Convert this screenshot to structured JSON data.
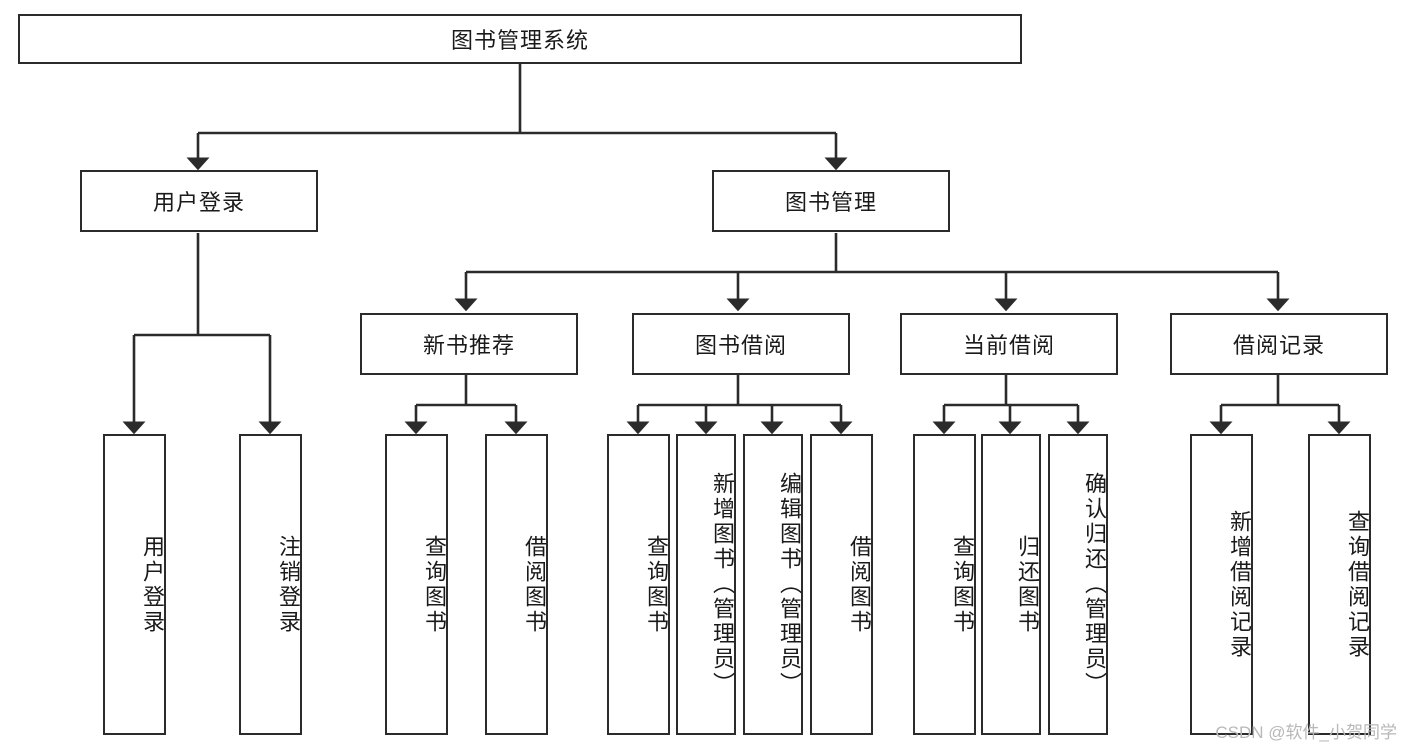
{
  "diagram": {
    "title": "图书管理系统",
    "type": "tree-hierarchy",
    "watermark": "CSDN @软件_小贺同学",
    "colors": {
      "box_border": "#2b2b2b",
      "box_fill": "#ffffff",
      "edge": "#2b2b2b",
      "text": "#1a1a1a",
      "watermark": "#b8b8b8",
      "background": "#ffffff"
    },
    "root": {
      "id": "root",
      "label": "图书管理系统",
      "orientation": "horizontal"
    },
    "level1": [
      {
        "id": "l1-0",
        "label": "用户登录",
        "orientation": "horizontal"
      },
      {
        "id": "l1-1",
        "label": "图书管理",
        "orientation": "horizontal"
      }
    ],
    "level2": [
      {
        "id": "l2-0",
        "label": "新书推荐",
        "orientation": "horizontal",
        "parent": "l1-1"
      },
      {
        "id": "l2-1",
        "label": "图书借阅",
        "orientation": "horizontal",
        "parent": "l1-1"
      },
      {
        "id": "l2-2",
        "label": "当前借阅",
        "orientation": "horizontal",
        "parent": "l1-1"
      },
      {
        "id": "l2-3",
        "label": "借阅记录",
        "orientation": "horizontal",
        "parent": "l1-1"
      }
    ],
    "leaves": [
      {
        "id": "leaf-0",
        "label": "用户登录",
        "orientation": "vertical",
        "parent": "l1-0"
      },
      {
        "id": "leaf-1",
        "label": "注销登录",
        "orientation": "vertical",
        "parent": "l1-0"
      },
      {
        "id": "leaf-2",
        "label": "查询图书",
        "orientation": "vertical",
        "parent": "l2-0"
      },
      {
        "id": "leaf-3",
        "label": "借阅图书",
        "orientation": "vertical",
        "parent": "l2-0"
      },
      {
        "id": "leaf-4",
        "label": "查询图书",
        "orientation": "vertical",
        "parent": "l2-1"
      },
      {
        "id": "leaf-5",
        "label": "新增图书（管理员）",
        "orientation": "vertical",
        "parent": "l2-1"
      },
      {
        "id": "leaf-6",
        "label": "编辑图书（管理员）",
        "orientation": "vertical",
        "parent": "l2-1"
      },
      {
        "id": "leaf-7",
        "label": "借阅图书",
        "orientation": "vertical",
        "parent": "l2-1"
      },
      {
        "id": "leaf-8",
        "label": "查询图书",
        "orientation": "vertical",
        "parent": "l2-2"
      },
      {
        "id": "leaf-9",
        "label": "归还图书",
        "orientation": "vertical",
        "parent": "l2-2"
      },
      {
        "id": "leaf-10",
        "label": "确认归还（管理员）",
        "orientation": "vertical",
        "parent": "l2-2"
      },
      {
        "id": "leaf-11",
        "label": "新增借阅记录",
        "orientation": "vertical",
        "parent": "l2-3"
      },
      {
        "id": "leaf-12",
        "label": "查询借阅记录",
        "orientation": "vertical",
        "parent": "l2-3"
      }
    ]
  }
}
